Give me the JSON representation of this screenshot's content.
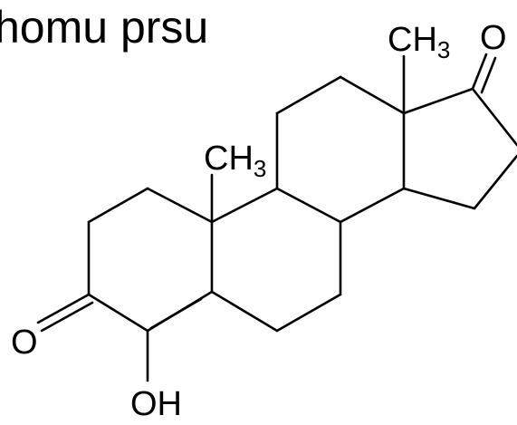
{
  "caption": "homu prsu",
  "labels": {
    "methyl_top_right": {
      "main": "CH",
      "sub": "3"
    },
    "methyl_middle": {
      "main": "CH",
      "sub": "3"
    },
    "ketone_right": "O",
    "ketone_left": "O",
    "hydroxyl": "OH"
  },
  "colors": {
    "ink": "#000000",
    "background": "#ffffff"
  }
}
